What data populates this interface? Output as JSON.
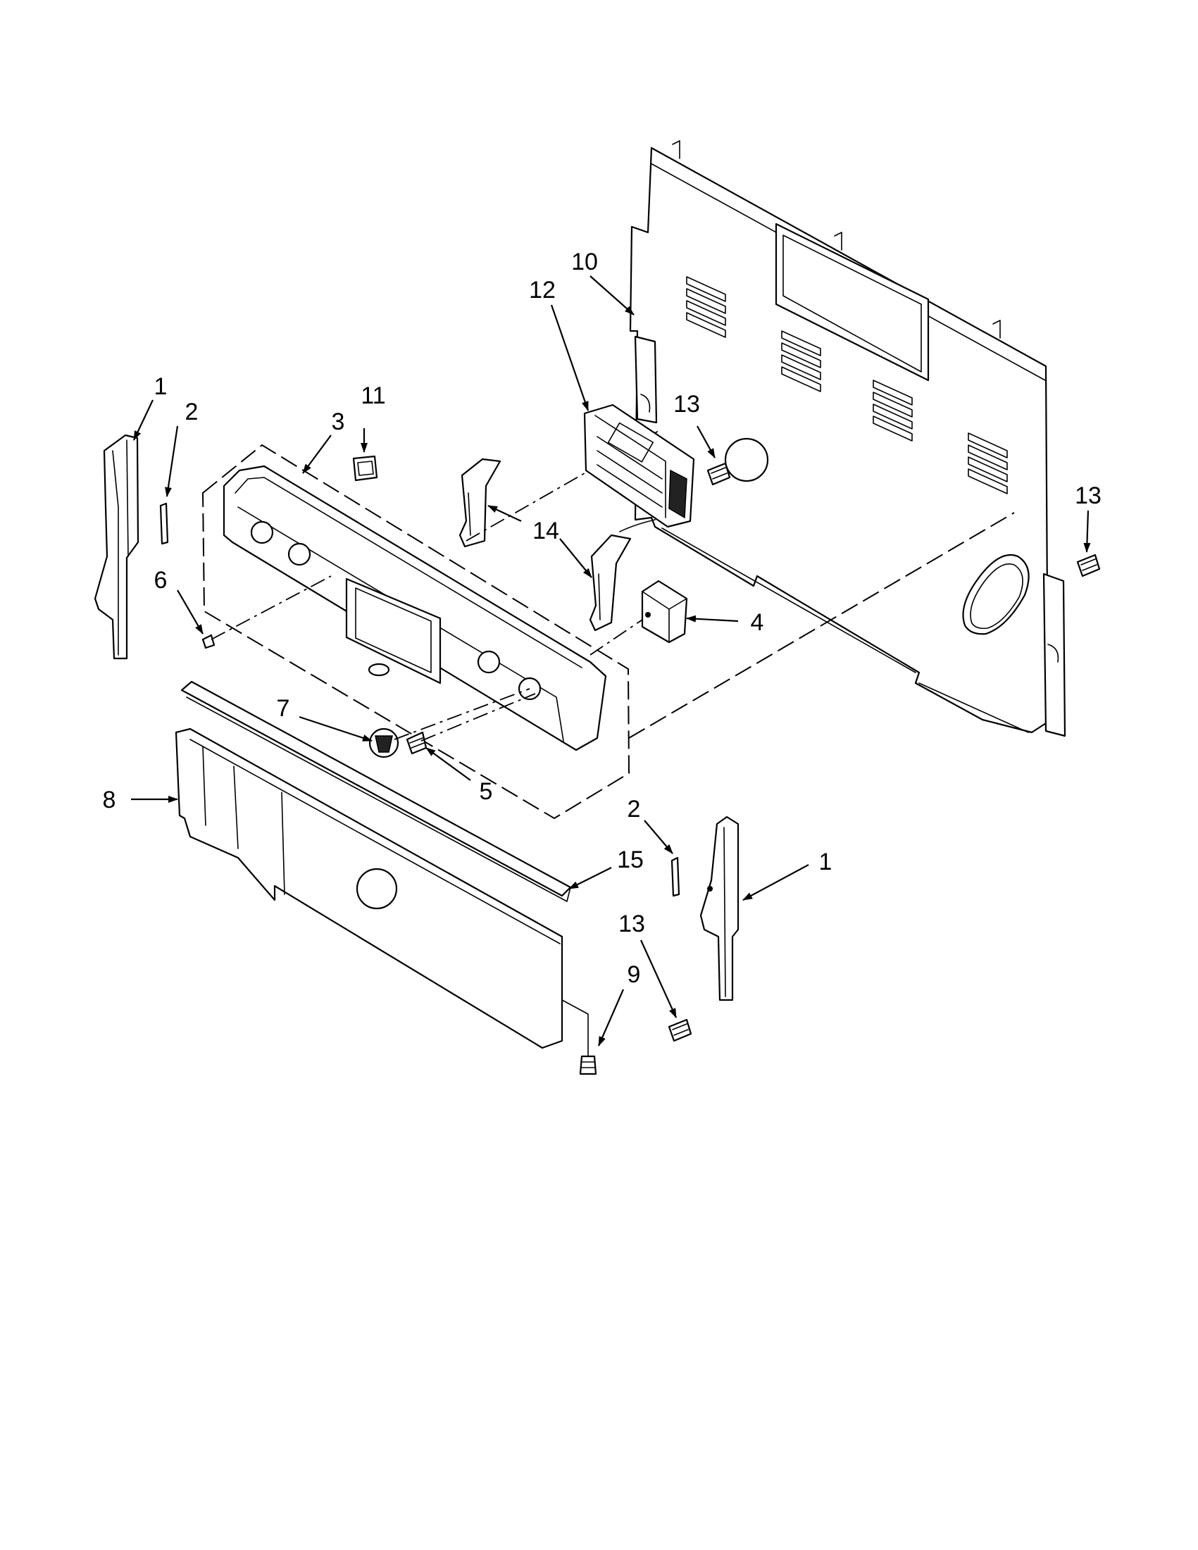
{
  "diagram": {
    "callouts": [
      {
        "id": "c1-left",
        "label": "1"
      },
      {
        "id": "c2-left",
        "label": "2"
      },
      {
        "id": "c3",
        "label": "3"
      },
      {
        "id": "c11",
        "label": "11"
      },
      {
        "id": "c12",
        "label": "12"
      },
      {
        "id": "c10",
        "label": "10"
      },
      {
        "id": "c13-top",
        "label": "13"
      },
      {
        "id": "c13-right",
        "label": "13"
      },
      {
        "id": "c14",
        "label": "14"
      },
      {
        "id": "c4",
        "label": "4"
      },
      {
        "id": "c6",
        "label": "6"
      },
      {
        "id": "c7",
        "label": "7"
      },
      {
        "id": "c5",
        "label": "5"
      },
      {
        "id": "c8",
        "label": "8"
      },
      {
        "id": "c2-right",
        "label": "2"
      },
      {
        "id": "c15",
        "label": "15"
      },
      {
        "id": "c1-right",
        "label": "1"
      },
      {
        "id": "c13-bottom",
        "label": "13"
      },
      {
        "id": "c9",
        "label": "9"
      }
    ]
  }
}
